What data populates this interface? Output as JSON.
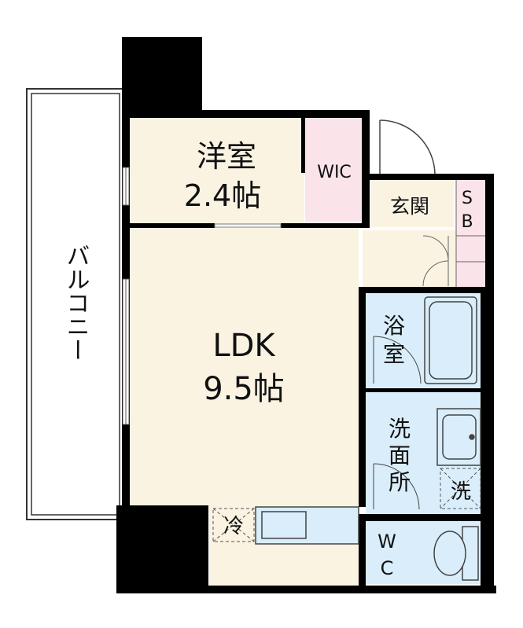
{
  "colors": {
    "room_beige": "#fbf3e2",
    "wic_pink": "#fbe3ea",
    "wet_blue": "#d9eefa",
    "wall": "#000000",
    "fixture_stroke": "#444444"
  },
  "rooms": {
    "western_room": {
      "name": "洋室",
      "size": "2.4帖"
    },
    "ldk": {
      "name": "LDK",
      "size": "9.5帖"
    },
    "wic": {
      "name": "WIC"
    },
    "entrance": {
      "name": "玄関"
    },
    "shoe_box": {
      "line1": "S",
      "line2": "B"
    },
    "bathroom": {
      "line1": "浴",
      "line2": "室"
    },
    "washroom": {
      "line1": "洗",
      "line2": "面",
      "line3": "所"
    },
    "laundry": {
      "name": "洗"
    },
    "fridge": {
      "name": "冷"
    },
    "toilet": {
      "line1": "W",
      "line2": "C"
    },
    "balcony": {
      "name": "バルコニー"
    }
  }
}
